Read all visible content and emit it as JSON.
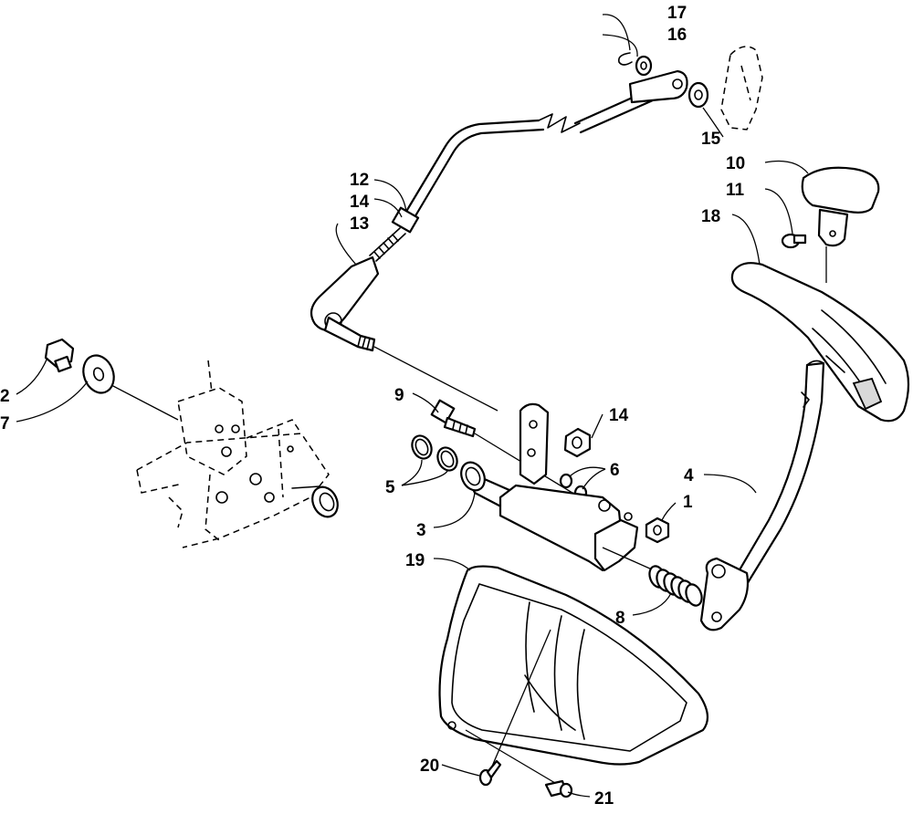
{
  "diagram": {
    "callouts": [
      {
        "id": "1",
        "text": "1"
      },
      {
        "id": "2",
        "text": "2"
      },
      {
        "id": "3",
        "text": "3"
      },
      {
        "id": "4",
        "text": "4"
      },
      {
        "id": "5",
        "text": "5"
      },
      {
        "id": "6",
        "text": "6"
      },
      {
        "id": "7",
        "text": "7"
      },
      {
        "id": "8",
        "text": "8"
      },
      {
        "id": "9",
        "text": "9"
      },
      {
        "id": "10",
        "text": "10"
      },
      {
        "id": "11",
        "text": "11"
      },
      {
        "id": "12",
        "text": "12"
      },
      {
        "id": "13",
        "text": "13"
      },
      {
        "id": "14a",
        "text": "14"
      },
      {
        "id": "14b",
        "text": "14"
      },
      {
        "id": "15",
        "text": "15"
      },
      {
        "id": "16",
        "text": "16"
      },
      {
        "id": "17",
        "text": "17"
      },
      {
        "id": "18",
        "text": "18"
      },
      {
        "id": "19",
        "text": "19"
      },
      {
        "id": "20",
        "text": "20"
      },
      {
        "id": "21",
        "text": "21"
      }
    ]
  }
}
